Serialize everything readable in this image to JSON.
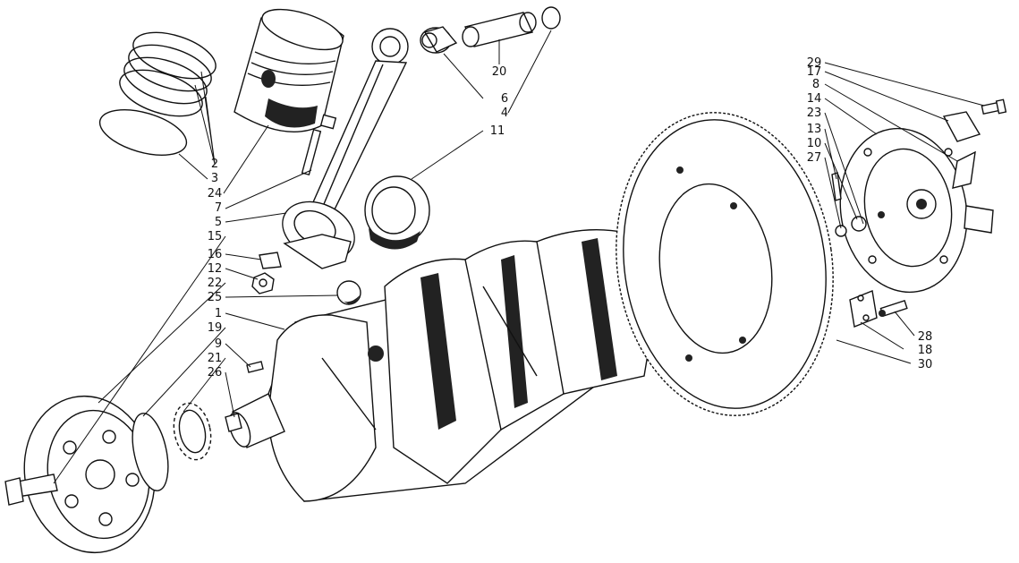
{
  "labels": {
    "left": [
      "2",
      "3",
      "24",
      "7",
      "5",
      "15",
      "16",
      "12",
      "22",
      "25",
      "1",
      "19",
      "9",
      "21",
      "26"
    ],
    "top": [
      "20",
      "6",
      "4",
      "11"
    ],
    "right": [
      "29",
      "17",
      "8",
      "14",
      "23",
      "13",
      "10",
      "27",
      "28",
      "18",
      "30"
    ]
  },
  "colors": {
    "ink": "#111111",
    "paper": "#ffffff"
  }
}
